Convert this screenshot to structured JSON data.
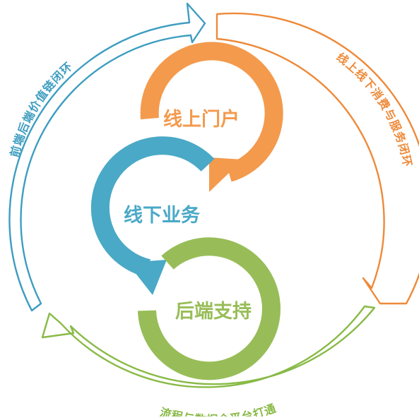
{
  "center_cycle": {
    "top": {
      "label": "线上门户",
      "color": "#f39a4d"
    },
    "middle": {
      "label": "线下业务",
      "color": "#4aa9c6"
    },
    "bottom": {
      "label": "后端支持",
      "color": "#98bd58"
    }
  },
  "outer_ring": {
    "left": {
      "label": "前端后端价值链闭环",
      "color": "#3e9dc0"
    },
    "right": {
      "label": "线上线下消费与服务闭环",
      "color": "#ee8a3a"
    },
    "bottom": {
      "label": "流程与数据全平台打通",
      "color": "#89ba47"
    }
  }
}
